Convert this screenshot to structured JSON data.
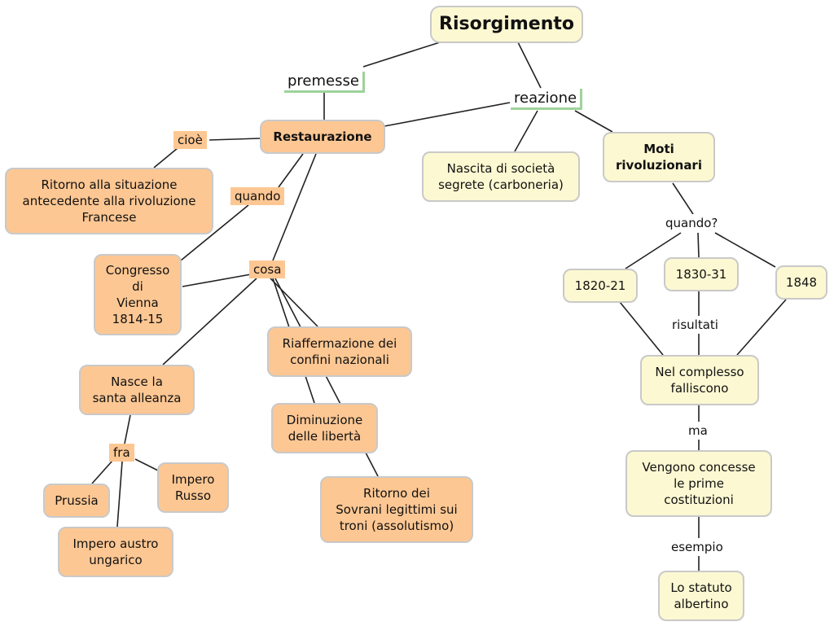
{
  "nodes": {
    "risorgimento": "Risorgimento",
    "restaurazione": "Restaurazione",
    "moti": "Moti\nrivoluzionari",
    "nascita": "Nascita di società\nsegrete (carboneria)",
    "ritorno_situazione": "Ritorno alla situazione\nantecedente alla rivoluzione\nFrancese",
    "congresso": "Congresso\ndi\nVienna\n1814-15",
    "riaffermazione": "Riaffermazione dei\nconfini nazionali",
    "santa_alleanza": "Nasce la\nsanta alleanza",
    "diminuzione": "Diminuzione\ndelle libertà",
    "sovrani": "Ritorno dei\nSovrani legittimi sui\ntroni (assolutismo)",
    "prussia": "Prussia",
    "impero_russo": "Impero\nRusso",
    "impero_austro": "Impero austro\nungarico",
    "y1820": "1820-21",
    "y1830": "1830-31",
    "y1848": "1848",
    "falliscono": "Nel complesso\nfalliscono",
    "costituzioni": "Vengono concesse\nle prime\ncostituzioni",
    "statuto": "Lo statuto\nalbertino"
  },
  "labels": {
    "premesse": "premesse",
    "reazione": "reazione",
    "cioe": "cioè",
    "quando": "quando",
    "cosa": "cosa",
    "fra": "fra",
    "quando_q": "quando?",
    "risultati": "risultati",
    "ma": "ma",
    "esempio": "esempio"
  },
  "colors": {
    "orange_node": "#fdc793",
    "yellow_node": "#fcf8d2",
    "border": "#c9c9c9",
    "link_marker": "#9ed39a",
    "line": "#222222"
  }
}
